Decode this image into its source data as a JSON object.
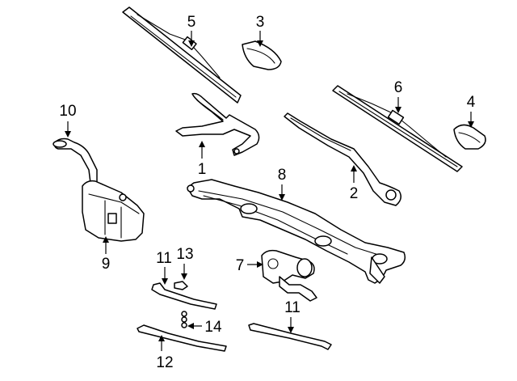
{
  "callouts": [
    {
      "id": "1",
      "label": "1"
    },
    {
      "id": "2",
      "label": "2"
    },
    {
      "id": "3",
      "label": "3"
    },
    {
      "id": "4",
      "label": "4"
    },
    {
      "id": "5",
      "label": "5"
    },
    {
      "id": "6",
      "label": "6"
    },
    {
      "id": "7",
      "label": "7"
    },
    {
      "id": "8",
      "label": "8"
    },
    {
      "id": "9",
      "label": "9"
    },
    {
      "id": "10",
      "label": "10"
    },
    {
      "id": "11a",
      "label": "11"
    },
    {
      "id": "11b",
      "label": "11"
    },
    {
      "id": "12",
      "label": "12"
    },
    {
      "id": "13",
      "label": "13"
    },
    {
      "id": "14",
      "label": "14"
    }
  ],
  "parts": [
    {
      "id": "1",
      "name": "wiper-arm-left"
    },
    {
      "id": "2",
      "name": "wiper-arm-right"
    },
    {
      "id": "3",
      "name": "arm-cap-left"
    },
    {
      "id": "4",
      "name": "arm-cap-right"
    },
    {
      "id": "5",
      "name": "wiper-blade-left"
    },
    {
      "id": "6",
      "name": "wiper-blade-right"
    },
    {
      "id": "7",
      "name": "wiper-motor"
    },
    {
      "id": "8",
      "name": "wiper-linkage"
    },
    {
      "id": "9",
      "name": "washer-reservoir"
    },
    {
      "id": "10",
      "name": "filler-neck"
    },
    {
      "id": "11",
      "name": "washer-hose"
    },
    {
      "id": "12",
      "name": "washer-hose-lower"
    },
    {
      "id": "13",
      "name": "hose-connector"
    },
    {
      "id": "14",
      "name": "hose-clip"
    }
  ]
}
